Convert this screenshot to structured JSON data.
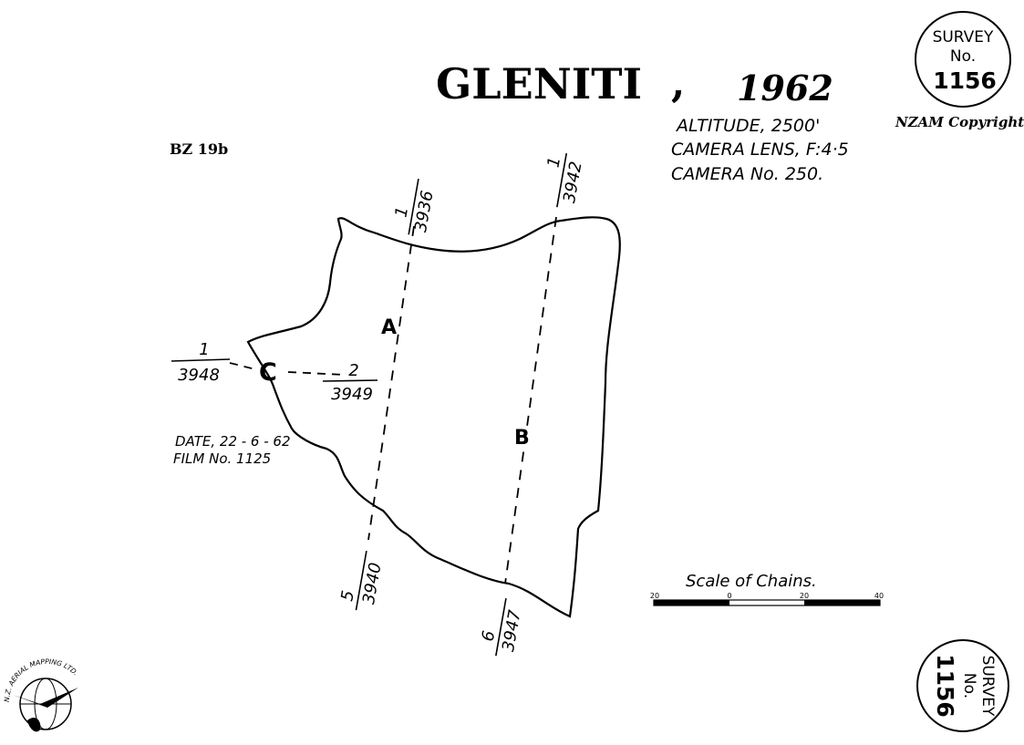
{
  "title": {
    "name": "GLENITI",
    "separator": ",",
    "year": "1962"
  },
  "sheet_code": "BZ 19b",
  "copyright": "NZAM Copyright",
  "flight_info": {
    "altitude": "ALTITUDE, 2500'",
    "lens": "CAMERA LENS, F:4·5",
    "camera": "CAMERA No. 250."
  },
  "date_film": {
    "date": "DATE, 22 - 6 - 62",
    "film": "FILM No. 1125"
  },
  "survey_badge_top": {
    "line1": "SURVEY",
    "line2": "No.",
    "number": "1156"
  },
  "survey_badge_bottom": {
    "line1": "SURVEY",
    "line2": "No.",
    "number": "1156"
  },
  "run_labels": {
    "a": "A",
    "b": "B",
    "c": "C"
  },
  "photo_refs": {
    "a_top": {
      "run": "1",
      "frame": "3936"
    },
    "a_bottom": {
      "run": "5",
      "frame": "3940"
    },
    "b_top": {
      "run": "1",
      "frame": "3942"
    },
    "b_bottom": {
      "run": "6",
      "frame": "3947"
    },
    "c_left": {
      "run": "1",
      "frame": "3948"
    },
    "c_right": {
      "run": "2",
      "frame": "3949"
    }
  },
  "scale": {
    "title": "Scale of Chains.",
    "ticks": [
      "20",
      "0",
      "20",
      "40"
    ]
  },
  "logo_text": "N.Z. AERIAL MAPPING LTD."
}
